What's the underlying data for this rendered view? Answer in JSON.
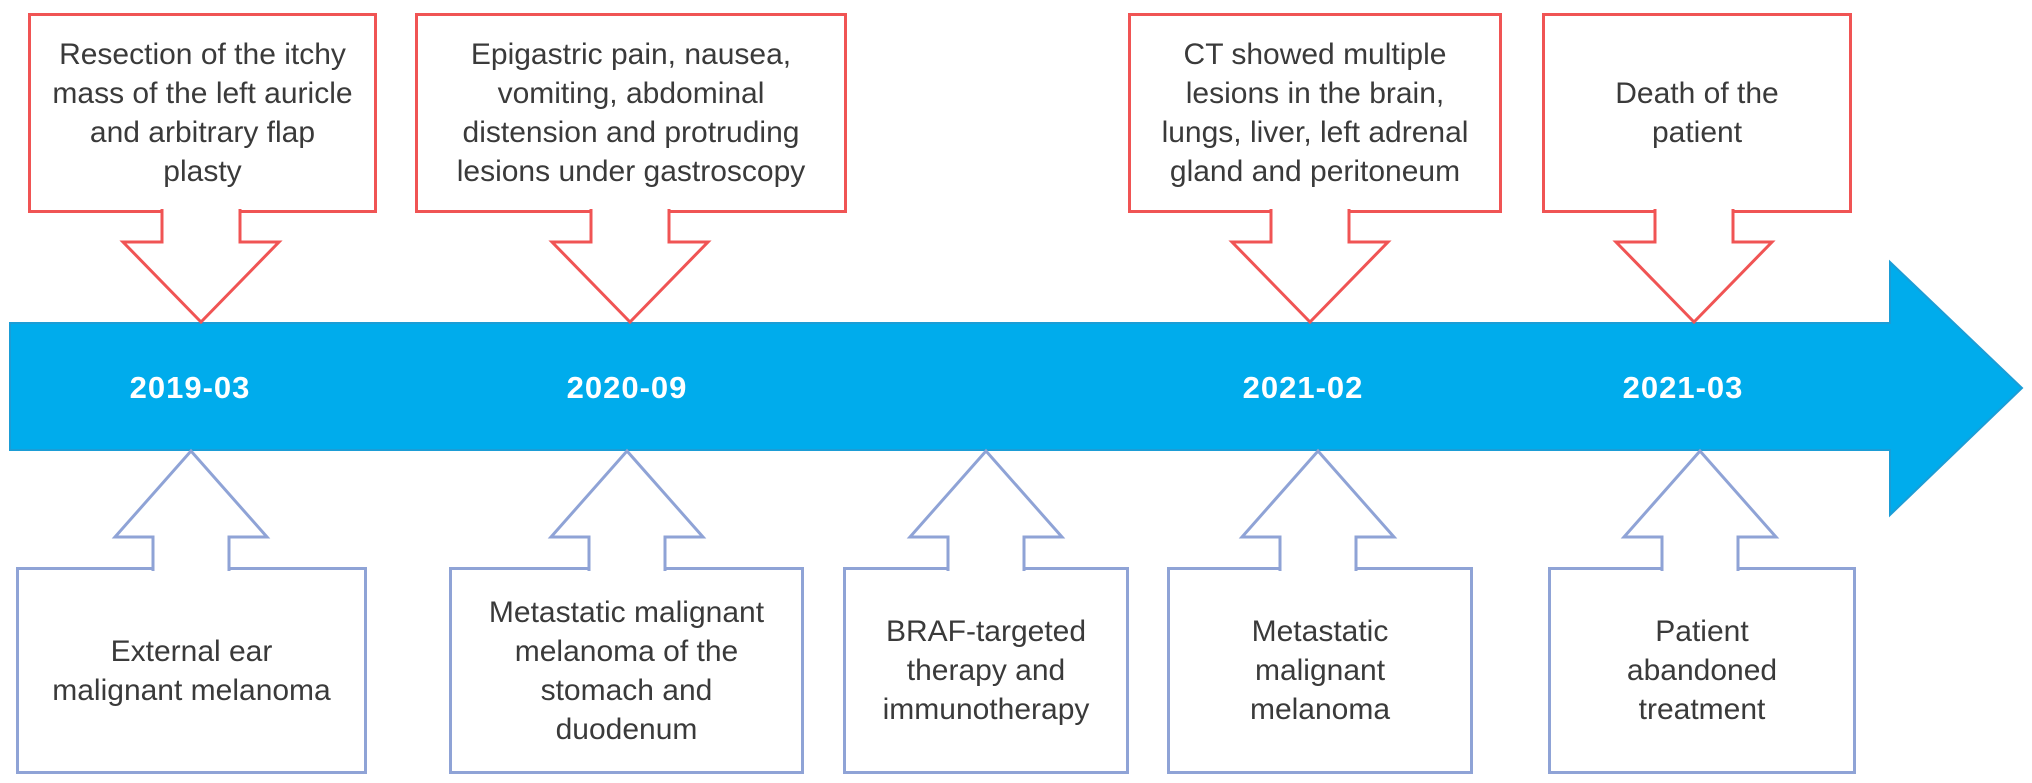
{
  "figure": {
    "kind": "patient-disease-course-timeline",
    "colors": {
      "timeline_fill": "#00ACEC",
      "timeline_edge": "#1B9DD6",
      "top_box_border": "#F05454",
      "bottom_box_border": "#8FA3D6",
      "box_text": "#3A3A3A",
      "date_text": "#FFFFFF"
    }
  },
  "timeline": {
    "dates": [
      {
        "label": "2019-03"
      },
      {
        "label": "2020-09"
      },
      {
        "label": "2021-02"
      },
      {
        "label": "2021-03"
      }
    ]
  },
  "top_events": [
    {
      "text": "Resection of the itchy\nmass of the left auricle\nand arbitrary flap\nplasty"
    },
    {
      "text": "Epigastric pain, nausea,\nvomiting, abdominal\ndistension and protruding\nlesions under gastroscopy"
    },
    {
      "text": "CT showed multiple\nlesions in the brain,\nlungs, liver, left adrenal\ngland and peritoneum"
    },
    {
      "text": "Death of the\npatient"
    }
  ],
  "bottom_events": [
    {
      "text": "External ear\nmalignant melanoma"
    },
    {
      "text": "Metastatic malignant\nmelanoma of the\nstomach and\nduodenum"
    },
    {
      "text": "BRAF-targeted\ntherapy and\nimmunotherapy"
    },
    {
      "text": "Metastatic\nmalignant\nmelanoma"
    },
    {
      "text": "Patient\nabandoned\ntreatment"
    }
  ]
}
